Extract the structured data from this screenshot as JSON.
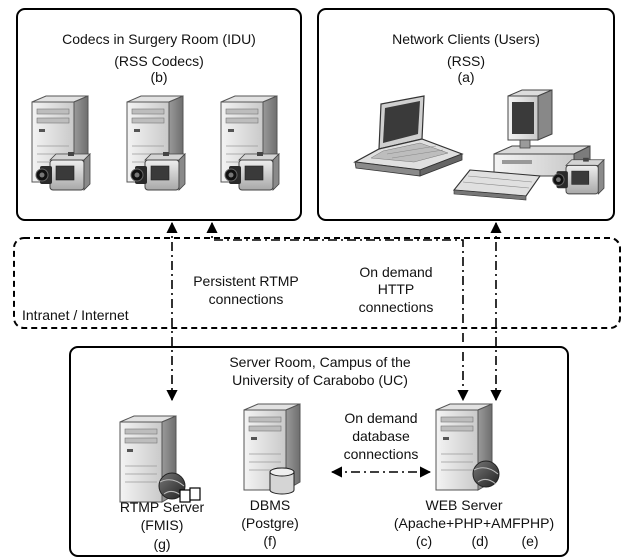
{
  "top_left": {
    "title": "Codecs in Surgery Room (IDU)",
    "sub": "(RSS Codecs)",
    "letter": "(b)"
  },
  "top_right": {
    "title": "Network Clients (Users)",
    "sub": "(RSS)",
    "letter": "(a)"
  },
  "network": {
    "label": "Intranet / Internet",
    "rtmp_line1": "Persistent RTMP",
    "rtmp_line2": "connections",
    "http_line1": "On demand",
    "http_line2": "HTTP",
    "http_line3": "connections"
  },
  "server_room": {
    "title_line1": "Server Room, Campus of the",
    "title_line2": "University of Carabobo (UC)",
    "db_conn_line1": "On demand",
    "db_conn_line2": "database",
    "db_conn_line3": "connections"
  },
  "servers": {
    "rtmp_name": "RTMP Server",
    "rtmp_sub": "(FMIS)",
    "rtmp_letter": "(g)",
    "dbms_name": "DBMS",
    "dbms_sub": "(Postgre)",
    "dbms_letter": "(f)",
    "web_name": "WEB Server",
    "web_sub": "(Apache+PHP+AMFPHP)",
    "web_letter_c": "(c)",
    "web_letter_d": "(d)",
    "web_letter_e": "(e)"
  }
}
